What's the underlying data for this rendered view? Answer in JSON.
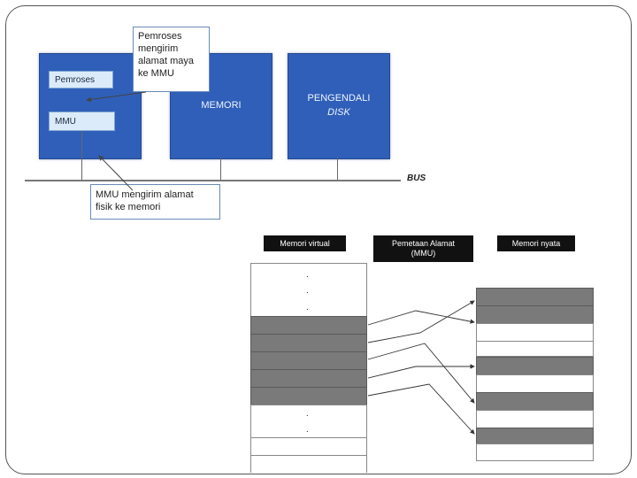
{
  "diagram_top": {
    "boxes": {
      "processor_box": "",
      "memory_box": "MEMORI",
      "disk_controller_line1": "PENGENDALI",
      "disk_controller_line2": "DISK"
    },
    "inner_boxes": {
      "processor": "Pemroses",
      "mmu": "MMU"
    },
    "callouts": {
      "virtual_address": [
        "Pemroses",
        "mengirim",
        "alamat maya",
        "ke MMU"
      ],
      "physical_address": [
        "MMU mengirim alamat",
        "fisik ke memori"
      ]
    },
    "bus_label": "BUS"
  },
  "diagram_bottom": {
    "headers": {
      "virtual_memory": "Memori virtual",
      "mapping_line1": "Pemetaan Alamat",
      "mapping_line2": "(MMU)",
      "physical_memory": "Memori nyata"
    },
    "virtual_cells": [
      "dots",
      "gray",
      "gray",
      "gray",
      "gray",
      "gray",
      "dots2",
      "white",
      "white"
    ],
    "physical_cells": [
      "gray",
      "gray",
      "white",
      "white",
      "gray",
      "white",
      "gray",
      "white",
      "gray",
      "white"
    ],
    "colors": {
      "page_gray": "#7a7a7a",
      "bus_blue": "#2f5fb8"
    }
  }
}
